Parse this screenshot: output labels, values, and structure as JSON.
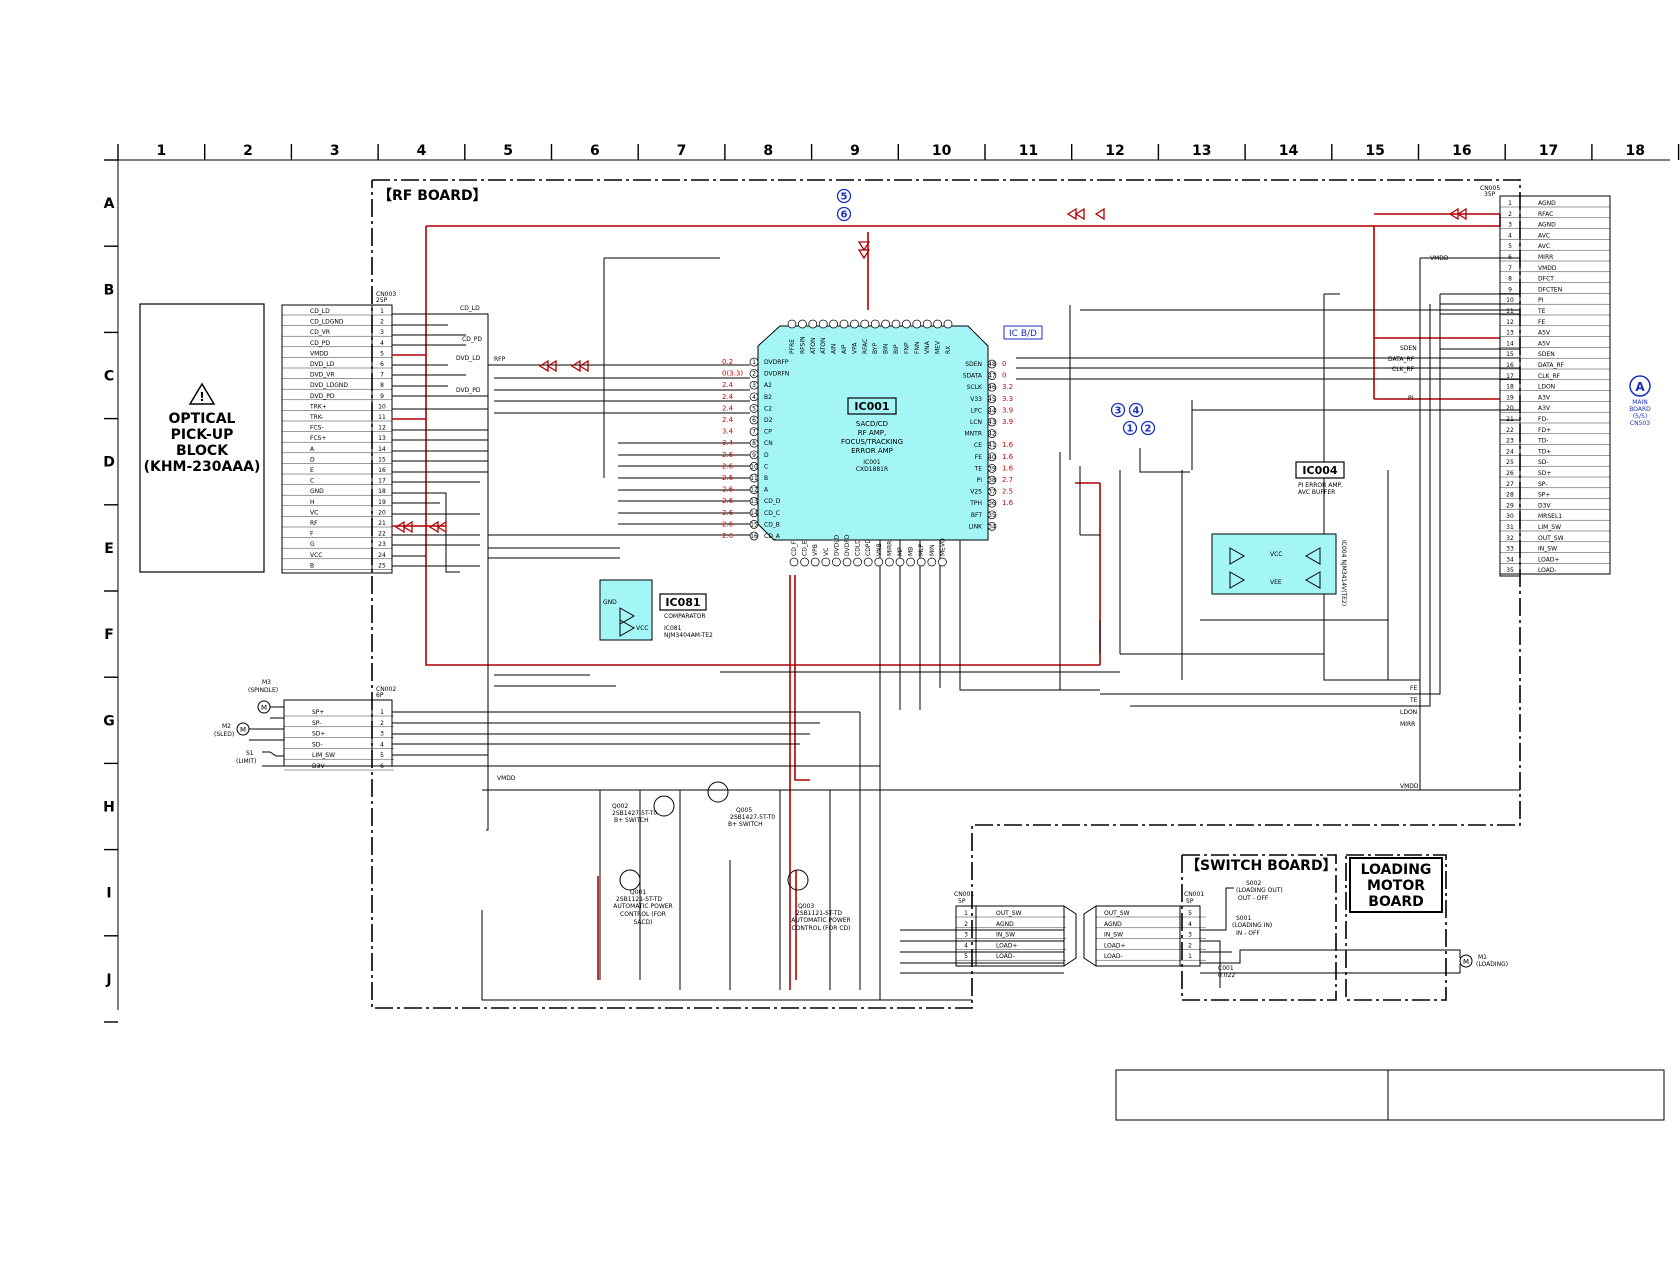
{
  "grid": {
    "columns": [
      "1",
      "2",
      "3",
      "4",
      "5",
      "6",
      "7",
      "8",
      "9",
      "10",
      "11",
      "12",
      "13",
      "14",
      "15",
      "16",
      "17",
      "18"
    ],
    "rows": [
      "A",
      "B",
      "C",
      "D",
      "E",
      "F",
      "G",
      "H",
      "I",
      "J"
    ]
  },
  "boards": {
    "rf_board": "【RF BOARD】",
    "switch_board": "【SWITCH BOARD】",
    "loading_motor_board": [
      "LOADING",
      "MOTOR",
      "BOARD"
    ]
  },
  "optical_block": {
    "lines": [
      "OPTICAL",
      "PICK-UP",
      "BLOCK",
      "(KHM-230AAA)"
    ]
  },
  "connectors": {
    "cn003": {
      "ref": "CN003",
      "type": "25P",
      "pins": [
        {
          "n": "1",
          "name": "CD_LD"
        },
        {
          "n": "2",
          "name": "CD_LDGND"
        },
        {
          "n": "3",
          "name": "CD_VR"
        },
        {
          "n": "4",
          "name": "CD_PD"
        },
        {
          "n": "5",
          "name": "VMDD"
        },
        {
          "n": "6",
          "name": "DVD_LD"
        },
        {
          "n": "7",
          "name": "DVD_VR"
        },
        {
          "n": "8",
          "name": "DVD_LDGND"
        },
        {
          "n": "9",
          "name": "DVD_PD"
        },
        {
          "n": "10",
          "name": "TRK+"
        },
        {
          "n": "11",
          "name": "TRK-"
        },
        {
          "n": "12",
          "name": "FCS-"
        },
        {
          "n": "13",
          "name": "FCS+"
        },
        {
          "n": "14",
          "name": "A"
        },
        {
          "n": "15",
          "name": "D"
        },
        {
          "n": "16",
          "name": "E"
        },
        {
          "n": "17",
          "name": "C"
        },
        {
          "n": "18",
          "name": "GND"
        },
        {
          "n": "19",
          "name": "H"
        },
        {
          "n": "20",
          "name": "VC"
        },
        {
          "n": "21",
          "name": "RF"
        },
        {
          "n": "22",
          "name": "F"
        },
        {
          "n": "23",
          "name": "G"
        },
        {
          "n": "24",
          "name": "VCC"
        },
        {
          "n": "25",
          "name": "B"
        }
      ]
    },
    "cn002": {
      "ref": "CN002",
      "type": "6P",
      "pins": [
        {
          "n": "1",
          "name": "SP+"
        },
        {
          "n": "2",
          "name": "SP-"
        },
        {
          "n": "3",
          "name": "SD+"
        },
        {
          "n": "4",
          "name": "SD-"
        },
        {
          "n": "5",
          "name": "LIM_SW"
        },
        {
          "n": "6",
          "name": "D3V"
        }
      ]
    },
    "cn005": {
      "ref": "CN005",
      "type": "35P",
      "pins": [
        {
          "n": "1",
          "name": "AGND"
        },
        {
          "n": "2",
          "name": "RFAC"
        },
        {
          "n": "3",
          "name": "AGND"
        },
        {
          "n": "4",
          "name": "AVC"
        },
        {
          "n": "5",
          "name": "AVC"
        },
        {
          "n": "6",
          "name": "MIRR"
        },
        {
          "n": "7",
          "name": "VMDD"
        },
        {
          "n": "8",
          "name": "DFCT"
        },
        {
          "n": "9",
          "name": "DFCTEN"
        },
        {
          "n": "10",
          "name": "PI"
        },
        {
          "n": "11",
          "name": "TE"
        },
        {
          "n": "12",
          "name": "FE"
        },
        {
          "n": "13",
          "name": "A5V"
        },
        {
          "n": "14",
          "name": "A5V"
        },
        {
          "n": "15",
          "name": "SDEN"
        },
        {
          "n": "16",
          "name": "DATA_RF"
        },
        {
          "n": "17",
          "name": "CLK_RF"
        },
        {
          "n": "18",
          "name": "LDON"
        },
        {
          "n": "19",
          "name": "A3V"
        },
        {
          "n": "20",
          "name": "A3V"
        },
        {
          "n": "21",
          "name": "FD-"
        },
        {
          "n": "22",
          "name": "FD+"
        },
        {
          "n": "23",
          "name": "TD-"
        },
        {
          "n": "24",
          "name": "TD+"
        },
        {
          "n": "25",
          "name": "SD-"
        },
        {
          "n": "26",
          "name": "SD+"
        },
        {
          "n": "27",
          "name": "SP-"
        },
        {
          "n": "28",
          "name": "SP+"
        },
        {
          "n": "29",
          "name": "D3V"
        },
        {
          "n": "30",
          "name": "MRSEL1"
        },
        {
          "n": "31",
          "name": "LIM_SW"
        },
        {
          "n": "32",
          "name": "OUT_SW"
        },
        {
          "n": "33",
          "name": "IN_SW"
        },
        {
          "n": "34",
          "name": "LOAD+"
        },
        {
          "n": "35",
          "name": "LOAD-"
        }
      ]
    },
    "cn001": {
      "ref": "CN001",
      "type": "5P",
      "pins": [
        {
          "n": "1",
          "name": "OUT_SW"
        },
        {
          "n": "2",
          "name": "AGND"
        },
        {
          "n": "3",
          "name": "IN_SW"
        },
        {
          "n": "4",
          "name": "LOAD+"
        },
        {
          "n": "5",
          "name": "LOAD-"
        }
      ]
    },
    "switch_cn001": {
      "ref": "CN001",
      "type": "5P",
      "pins": [
        {
          "n": "5",
          "name": "OUT_SW"
        },
        {
          "n": "4",
          "name": "AGND"
        },
        {
          "n": "3",
          "name": "IN_SW"
        },
        {
          "n": "2",
          "name": "LOAD+"
        },
        {
          "n": "1",
          "name": "LOAD-"
        }
      ]
    }
  },
  "ic001": {
    "label": "IC001",
    "lines": [
      "SACD/CD",
      "RF AMP,",
      "FOCUS/TRACKING",
      "ERROR AMP"
    ],
    "part_ref": "IC001",
    "part_no": "CXD1881R",
    "left_pins": [
      {
        "n": "1",
        "name": "DVDRFP",
        "v": "0.2"
      },
      {
        "n": "2",
        "name": "DVDRFN",
        "v": "0(3.3)"
      },
      {
        "n": "3",
        "name": "A2",
        "v": "2.4"
      },
      {
        "n": "4",
        "name": "B2",
        "v": "2.4"
      },
      {
        "n": "5",
        "name": "C2",
        "v": "2.4"
      },
      {
        "n": "6",
        "name": "D2",
        "v": "2.4"
      },
      {
        "n": "7",
        "name": "CP",
        "v": "3.4"
      },
      {
        "n": "8",
        "name": "CN",
        "v": "3.4"
      },
      {
        "n": "9",
        "name": "D",
        "v": "2.6"
      },
      {
        "n": "10",
        "name": "C",
        "v": "2.6"
      },
      {
        "n": "11",
        "name": "B",
        "v": "2.6"
      },
      {
        "n": "12",
        "name": "A",
        "v": "2.6"
      },
      {
        "n": "13",
        "name": "CD_D",
        "v": "2.6"
      },
      {
        "n": "14",
        "name": "CD_C",
        "v": "2.6"
      },
      {
        "n": "15",
        "name": "CD_B",
        "v": "2.6"
      },
      {
        "n": "16",
        "name": "CD_A",
        "v": "2.6"
      }
    ],
    "right_pins": [
      {
        "n": "48",
        "name": "SDEN",
        "v": "0"
      },
      {
        "n": "47",
        "name": "SDATA",
        "v": "0"
      },
      {
        "n": "46",
        "name": "SCLK",
        "v": "3.2"
      },
      {
        "n": "45",
        "name": "V33",
        "v": "3.3"
      },
      {
        "n": "44",
        "name": "LPC",
        "v": "3.9"
      },
      {
        "n": "43",
        "name": "LCN",
        "v": "3.9"
      },
      {
        "n": "42",
        "name": "MNTR",
        "v": ""
      },
      {
        "n": "41",
        "name": "CE",
        "v": "1.6"
      },
      {
        "n": "40",
        "name": "FE",
        "v": "1.6"
      },
      {
        "n": "39",
        "name": "TE",
        "v": "1.6"
      },
      {
        "n": "38",
        "name": "PI",
        "v": "2.7"
      },
      {
        "n": "37",
        "name": "V25",
        "v": "2.5"
      },
      {
        "n": "36",
        "name": "TPH",
        "v": "1.6"
      },
      {
        "n": "35",
        "name": "BFT",
        "v": ""
      },
      {
        "n": "34",
        "name": "LINK",
        "v": ""
      }
    ],
    "top_pins": [
      "PFRE",
      "RFSIN",
      "ATON",
      "ATON",
      "AIN",
      "AIP",
      "VPA",
      "RFAC",
      "BYP",
      "BIN",
      "BIP",
      "FNP",
      "FNN",
      "VNA",
      "MEV",
      "RX"
    ],
    "bottom_pins": [
      "CD_F",
      "CD_E",
      "VPB",
      "VC",
      "DVDLD",
      "DVDPD",
      "CDLD",
      "CDPD",
      "VNB",
      "MIRR",
      "MP",
      "MB",
      "MLP",
      "MIN",
      "MEVO"
    ]
  },
  "ic081": {
    "label": "IC081",
    "lines": [
      "COMPARATOR"
    ],
    "part_ref": "IC081",
    "part_no": "NJM3404AM-TE2",
    "gnd": "GND",
    "vcc": "VCC"
  },
  "ic004": {
    "label": "IC004",
    "lines": [
      "PI ERROR AMP,",
      "AVC BUFFER"
    ],
    "part_no": "IC004 NJM3414V(TE2)",
    "vcc": "VCC",
    "vee": "VEE"
  },
  "ic_badge": "IC B/D",
  "main_board_ref": {
    "letter": "A",
    "lines": [
      "MAIN",
      "BOARD",
      "(5/5)",
      "CN503"
    ]
  },
  "transistors": [
    {
      "ref": "Q002",
      "part": "2SB1427-5T-T0",
      "func": "B+ SWITCH"
    },
    {
      "ref": "Q005",
      "part": "2SB1427-5T-T0",
      "func": "B+ SWITCH"
    },
    {
      "ref": "Q001",
      "part": "2SB1121-ST-TD",
      "func": "AUTOMATIC POWER CONTROL (FOR SACD)"
    },
    {
      "ref": "Q003",
      "part": "2SB1121-ST-TD",
      "func": "AUTOMATIC POWER CONTROL (FOR CD)"
    }
  ],
  "motors": [
    {
      "ref": "M3",
      "name": "(SPINDLE)"
    },
    {
      "ref": "M2",
      "name": "(SLED)"
    },
    {
      "ref": "M1",
      "name": "(LOADING)"
    }
  ],
  "limit_switch": {
    "ref": "S1",
    "name": "(LIMIT)"
  },
  "switches": [
    {
      "ref": "S002",
      "name": "(LOADING OUT)",
      "state": "OUT - OFF"
    },
    {
      "ref": "S001",
      "name": "(LOADING IN)",
      "state": "IN - OFF"
    }
  ],
  "c001": {
    "ref": "C001",
    "value": "0.022"
  },
  "net_labels": {
    "vmdd": "VMDD",
    "cd_ld": "CD_LD",
    "cd_pd": "CD_PD",
    "dvd_ld": "DVD_LD",
    "dvd_pd": "DVD_PD",
    "rfp": "RFP",
    "te": "TE",
    "fe": "FE",
    "ldon": "LDON",
    "mirr": "MIRR",
    "sden": "SDEN",
    "data_rf": "DATA_RF",
    "clk_rf": "CLK_RF",
    "pi": "PI"
  },
  "circled_refs": [
    "5",
    "6",
    "3",
    "4",
    "1",
    "2"
  ],
  "title_block": {
    "left": "",
    "right": ""
  },
  "colors": {
    "ic_fill": "#a4f6f6",
    "trace_red": "#b00000",
    "voltage_red": "#d40000",
    "ref_blue": "#1a2fbf"
  }
}
